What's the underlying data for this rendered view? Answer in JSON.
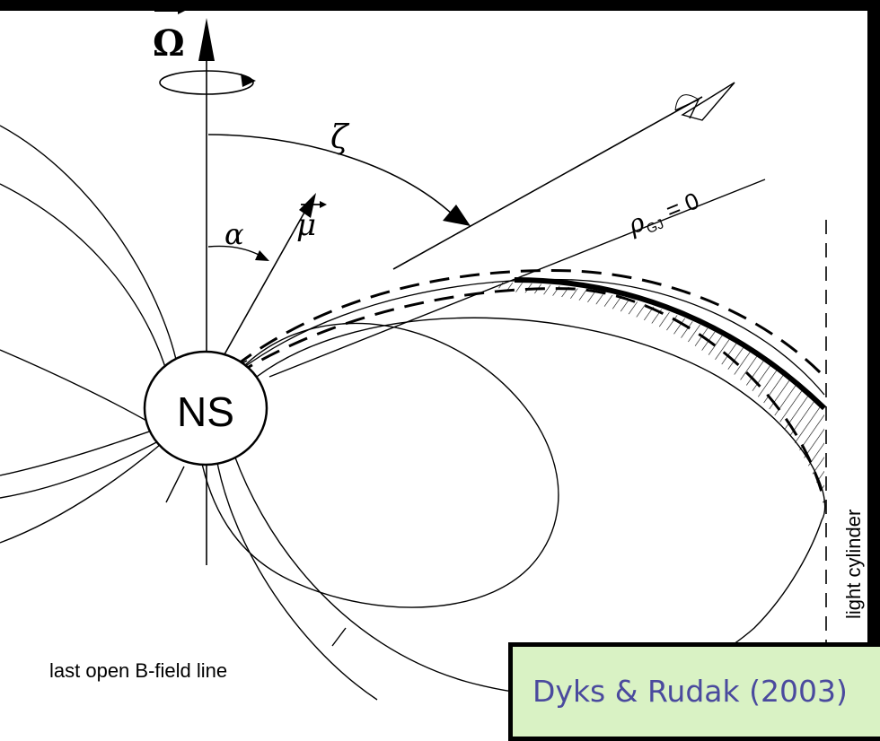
{
  "diagram": {
    "labels": {
      "omega": "Ω",
      "zeta": "ζ",
      "alpha": "α",
      "mu": "μ",
      "rho_base": "ρ",
      "rho_sub": "GJ",
      "rho_eq": "= 0",
      "star": "NS",
      "last_open_line": "last open B-field line",
      "light_cylinder": "light cylinder"
    },
    "citation": "Dyks & Rudak (2003)"
  }
}
